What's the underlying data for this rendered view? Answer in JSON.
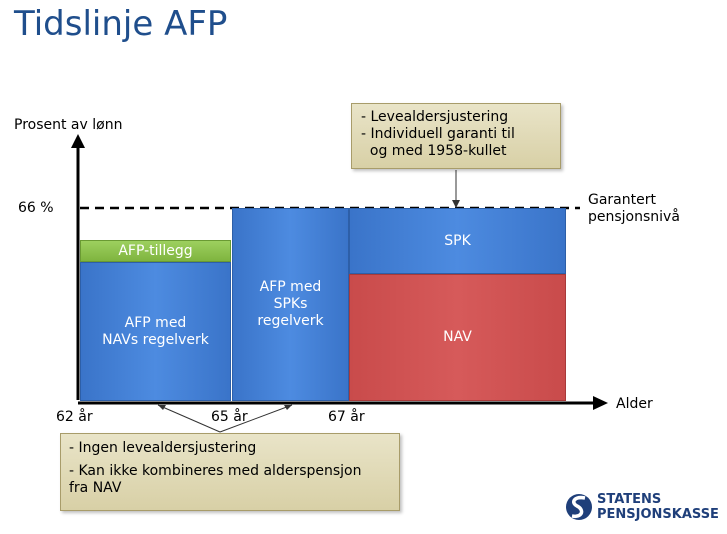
{
  "title": "Tidslinje AFP",
  "axes": {
    "y_label": "Prosent av lønn",
    "x_label": "Alder",
    "y_tick": "66 %",
    "x_ticks": [
      "62 år",
      "65 år",
      "67 år"
    ]
  },
  "guarantee_label": [
    "Garantert",
    "pensjonsnivå"
  ],
  "blocks": {
    "afp_tillegg": "AFP-tillegg",
    "afp_nav": [
      "AFP med",
      "NAVs regelverk"
    ],
    "afp_spk": [
      "AFP med",
      "SPKs",
      "regelverk"
    ],
    "spk": "SPK",
    "nav": "NAV"
  },
  "note_top": [
    "- Levealdersjustering",
    "- Individuell garanti til",
    "  og med 1958-kullet"
  ],
  "note_bottom": [
    "- Ingen levealdersjustering",
    "- Kan ikke kombineres med alderspensjon",
    "fra NAV"
  ],
  "logo": {
    "line1": "STATENS",
    "line2": "PENSJONSKASSE"
  },
  "colors": {
    "blue": "#3a74c9",
    "green": "#8dc34f",
    "red": "#c94b4b",
    "title": "#1f4e8c",
    "note": "#ddd6ae"
  }
}
